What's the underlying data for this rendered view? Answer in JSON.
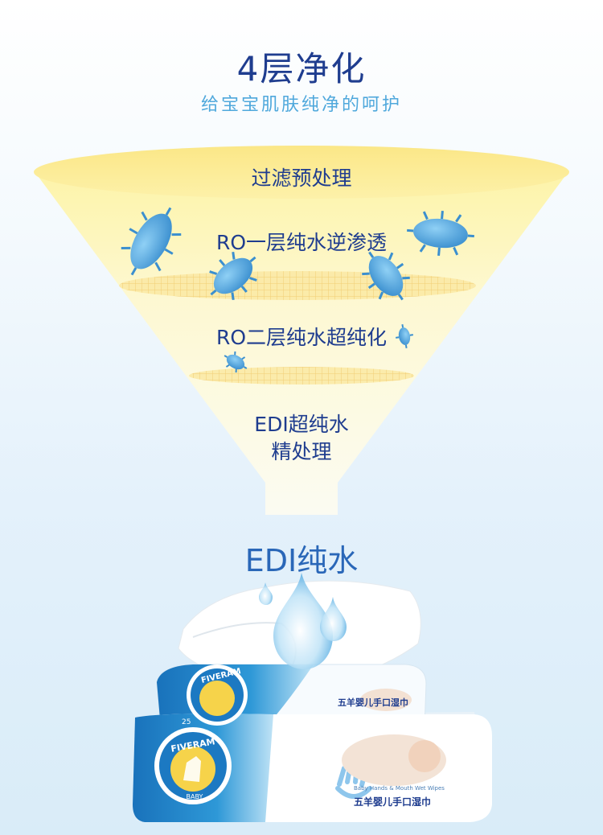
{
  "header": {
    "title": "4层净化",
    "subtitle": "给宝宝肌肤纯净的呵护"
  },
  "funnel": {
    "stages": [
      "过滤预处理",
      "RO一层纯水逆渗透",
      "RO二层纯水超纯化",
      "EDI超纯水",
      "精处理"
    ],
    "output_label": "EDI纯水"
  },
  "product": {
    "brand": "FIVERAM",
    "brand_sub": "BABY",
    "count": "25",
    "name_cn": "五羊婴儿手口湿巾",
    "name_en": "Baby Hands & Mouth Wet Wipes"
  },
  "colors": {
    "title": "#1f3d8f",
    "subtitle": "#4fa8dc",
    "funnel_fill": "#fdf6c4",
    "bacteria": "#58aee3",
    "package_blue": "#1d82c8"
  }
}
